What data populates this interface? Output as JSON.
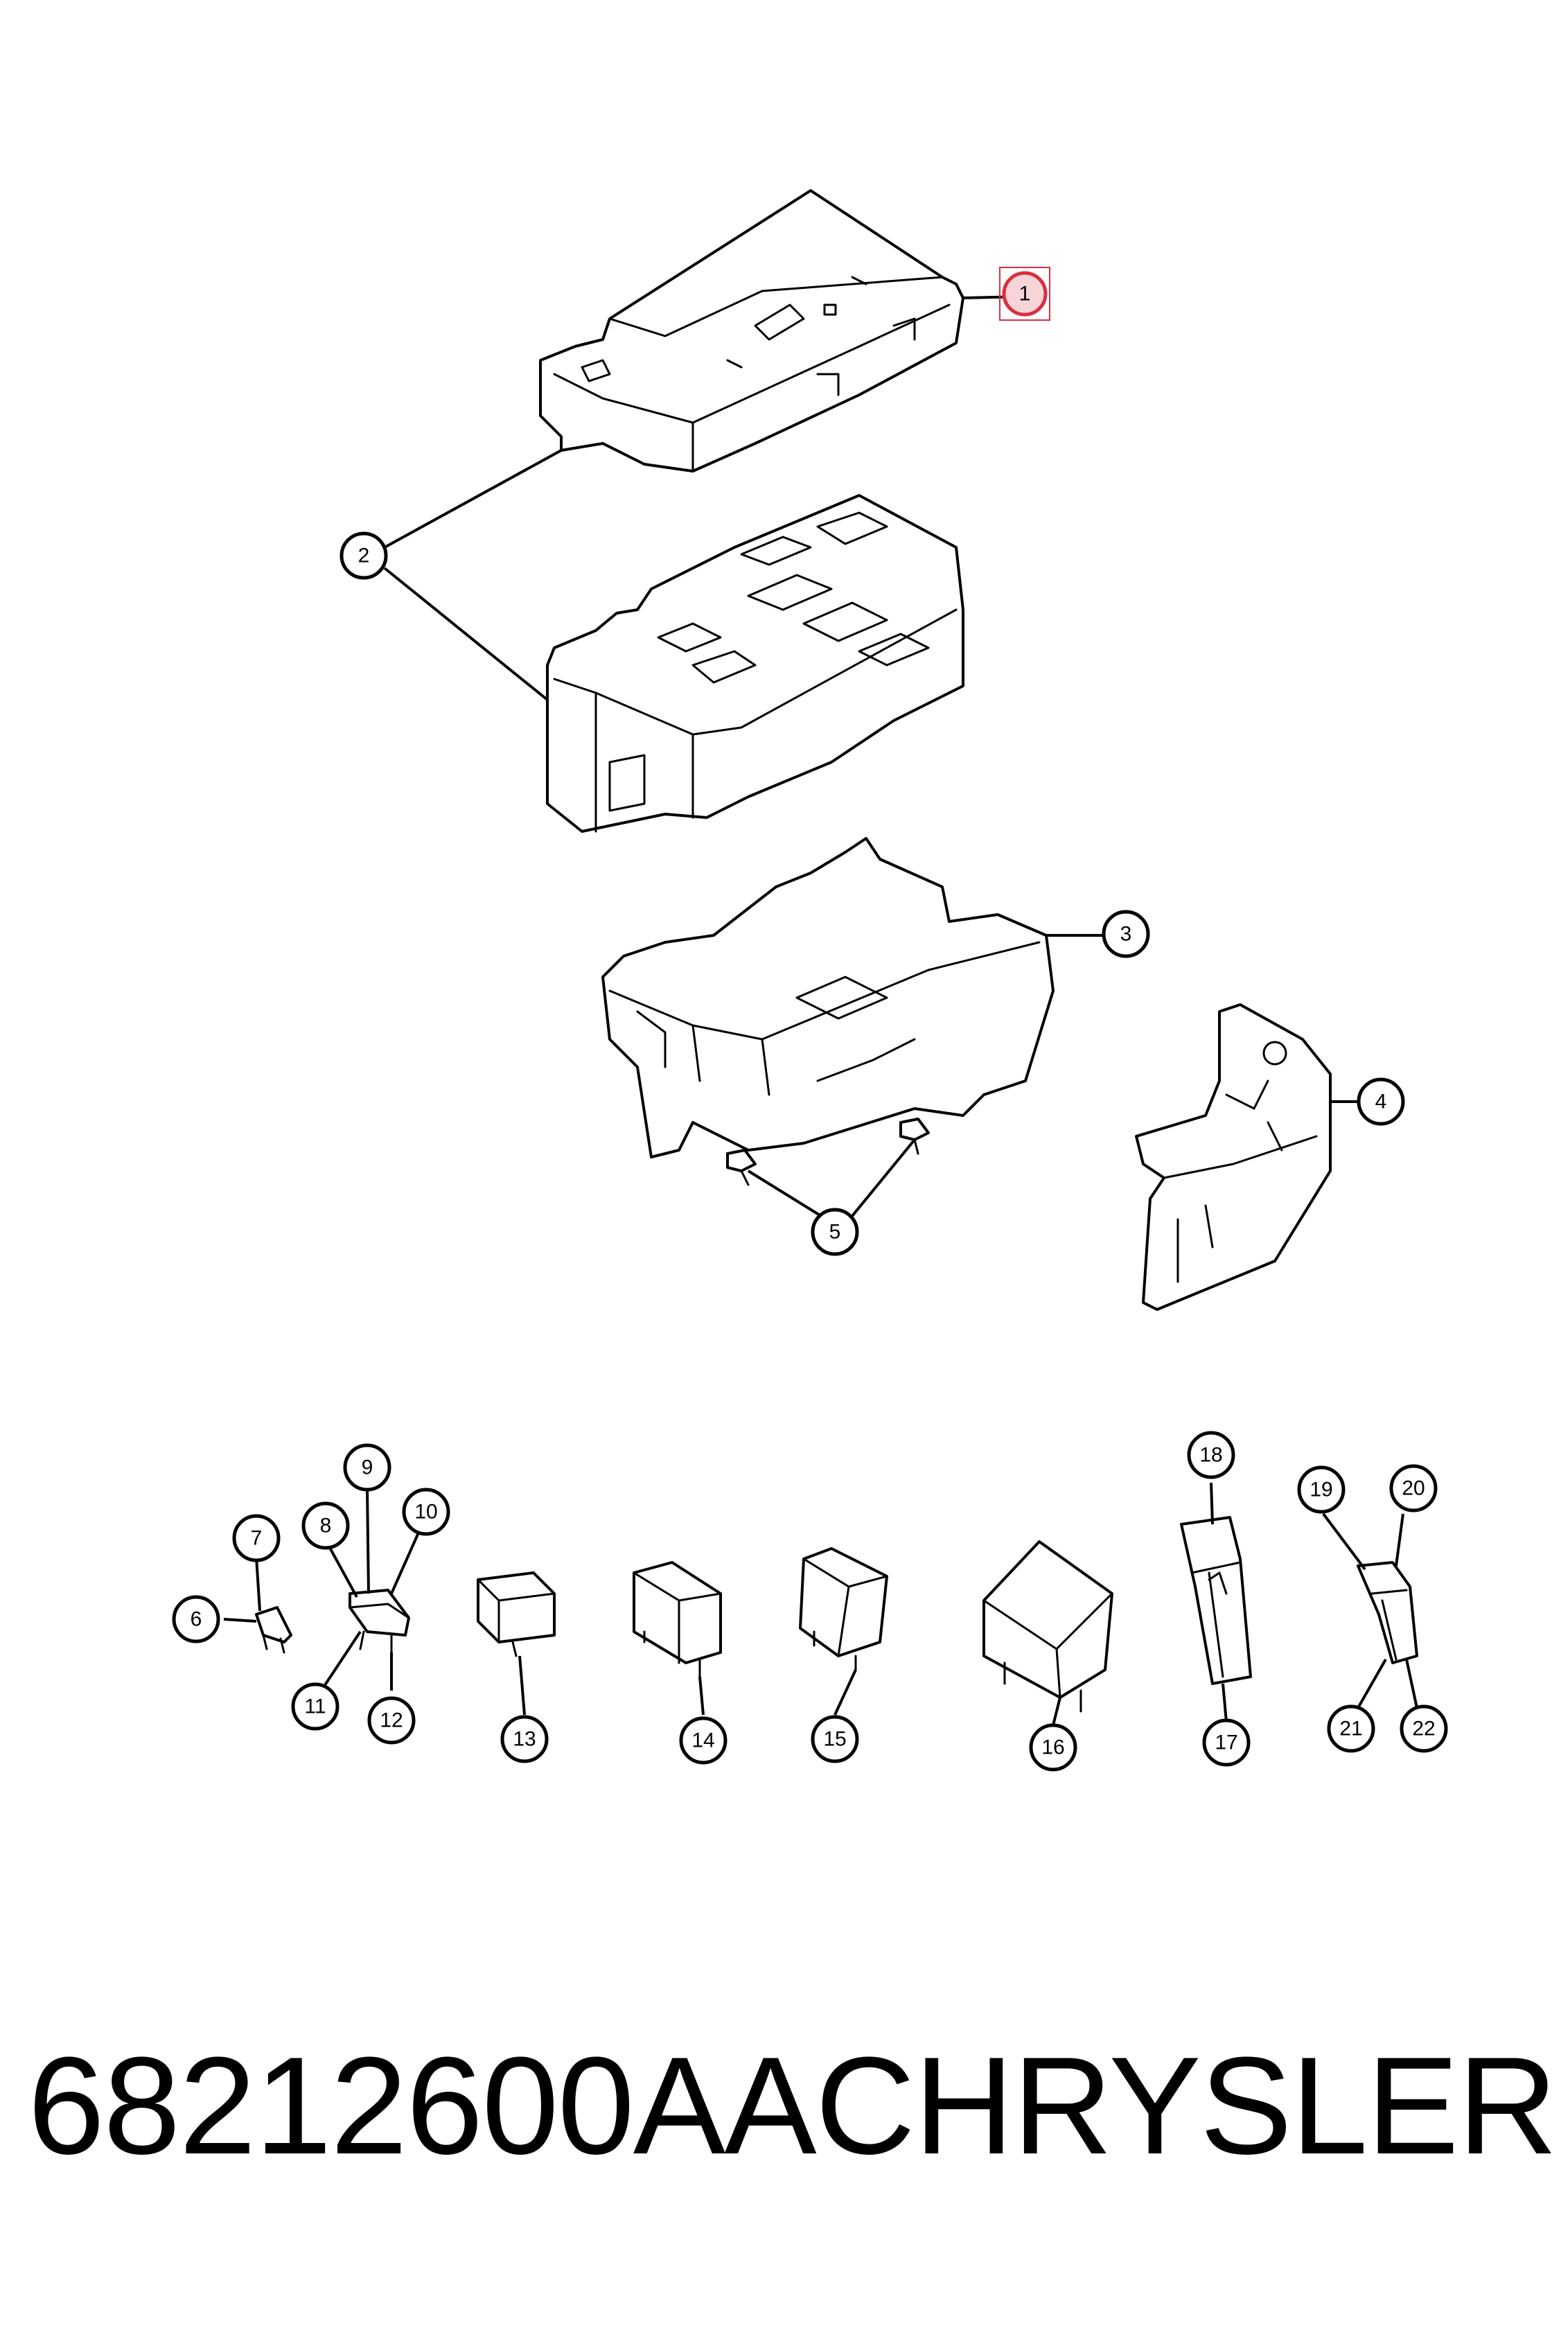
{
  "callouts": [
    {
      "id": "1",
      "label": "1",
      "highlighted": true
    },
    {
      "id": "2",
      "label": "2"
    },
    {
      "id": "3",
      "label": "3"
    },
    {
      "id": "4",
      "label": "4"
    },
    {
      "id": "5",
      "label": "5"
    },
    {
      "id": "6",
      "label": "6"
    },
    {
      "id": "7",
      "label": "7"
    },
    {
      "id": "8",
      "label": "8"
    },
    {
      "id": "9",
      "label": "9"
    },
    {
      "id": "10",
      "label": "10"
    },
    {
      "id": "11",
      "label": "11"
    },
    {
      "id": "12",
      "label": "12"
    },
    {
      "id": "13",
      "label": "13"
    },
    {
      "id": "14",
      "label": "14"
    },
    {
      "id": "15",
      "label": "15"
    },
    {
      "id": "16",
      "label": "16"
    },
    {
      "id": "17",
      "label": "17"
    },
    {
      "id": "18",
      "label": "18"
    },
    {
      "id": "19",
      "label": "19"
    },
    {
      "id": "20",
      "label": "20"
    },
    {
      "id": "21",
      "label": "21"
    },
    {
      "id": "22",
      "label": "22"
    }
  ],
  "footer": {
    "part_number": "68212600AA",
    "brand": "CHRYSLER"
  },
  "colors": {
    "line": "#000000",
    "highlight": "#d9303f",
    "highlight_fill": "#f7d4d8"
  }
}
